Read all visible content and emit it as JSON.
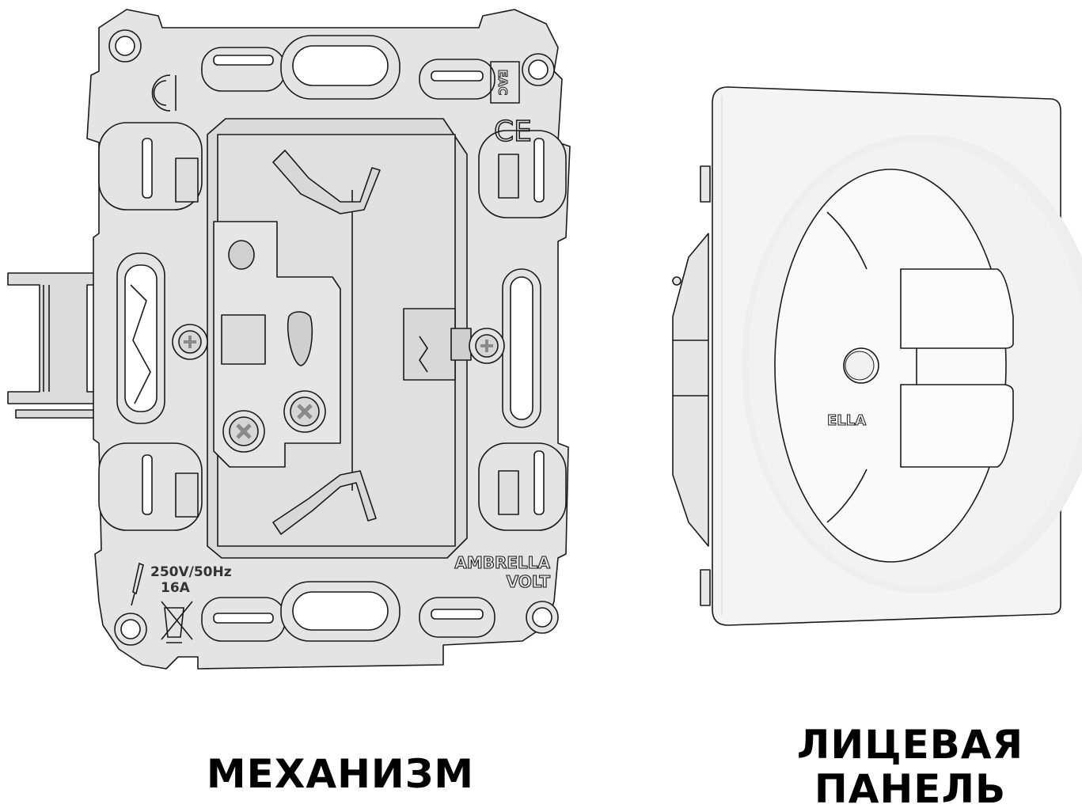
{
  "captions": {
    "mechanism": "МЕХАНИЗМ",
    "panel_line1": "ЛИЦЕВАЯ",
    "panel_line2": "ПАНЕЛЬ"
  },
  "mechanism": {
    "rating_voltage": "250V/50Hz",
    "rating_current": "16A",
    "brand_line1": "AMBRELLA",
    "brand_line2": "VOLT",
    "cert_eac": "EAC",
    "cert_ce": "CE",
    "icons": [
      "screwdriver-icon",
      "weee-crossed-bin-icon",
      "eac-mark-icon",
      "ce-mark-icon",
      "brand-logo-icon"
    ]
  },
  "panel": {
    "brand_partial": "ELLA"
  },
  "colors": {
    "background": "#ffffff",
    "mechanism_fill": "#e4e4e4",
    "mechanism_stroke": "#1a1a1a",
    "panel_fill": "#f2f2f2",
    "panel_shadow": "#e6e6e6",
    "caption_text": "#000000"
  }
}
